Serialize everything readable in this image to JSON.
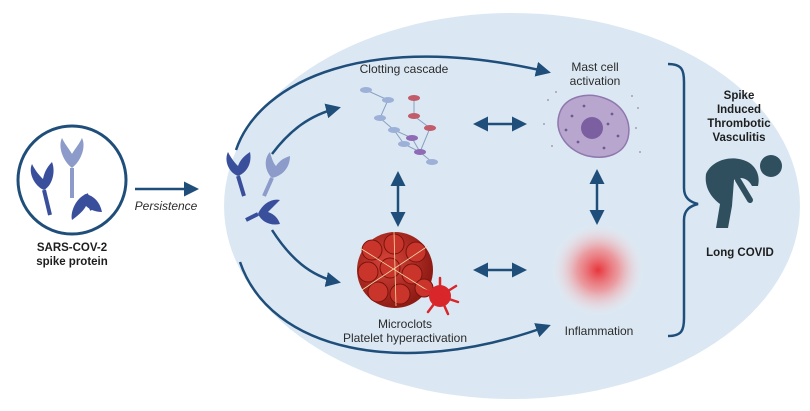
{
  "labels": {
    "spike_protein_line1": "SARS-COV-2",
    "spike_protein_line2": "spike protein",
    "persistence": "Persistence",
    "clotting_cascade": "Clotting cascade",
    "mast_cell_line1": "Mast cell",
    "mast_cell_line2": "activation",
    "microclots_line1": "Microclots",
    "microclots_line2": "Platelet hyperactivation",
    "inflammation": "Inflammation",
    "outcome_line1": "Spike",
    "outcome_line2": "Induced",
    "outcome_line3": "Thrombotic",
    "outcome_line4": "Vasculitis",
    "long_covid": "Long COVID"
  },
  "colors": {
    "arrow": "#1f4e7a",
    "ellipse": "#dbe8f3",
    "spike_dark": "#3a4f9c",
    "spike_light": "#8c9bc9",
    "clot_red": "#b3261e",
    "inflammation_red": "#e8353b",
    "mast_cell": "#b9a6cf",
    "person": "#2f4f5f"
  }
}
